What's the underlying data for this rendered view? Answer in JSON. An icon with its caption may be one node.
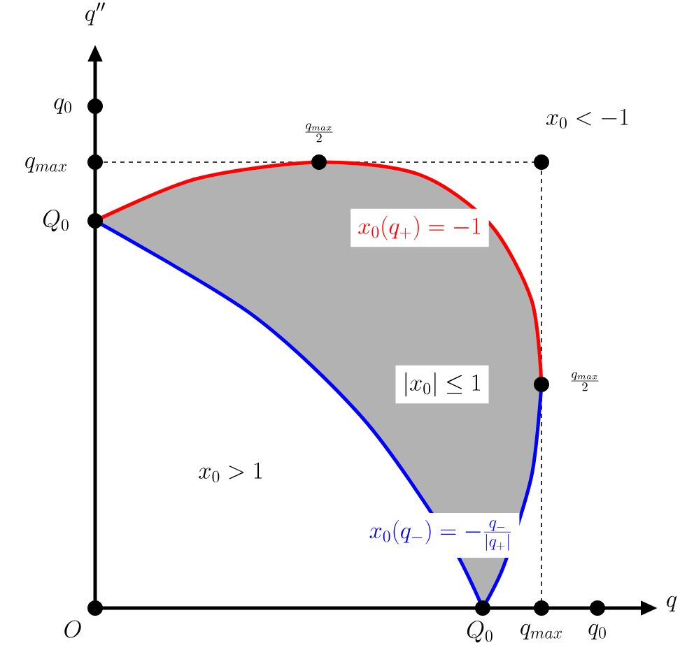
{
  "diagram": {
    "labels": [
      "q''",
      "q_0",
      "\\frac{q_{max}}{2}",
      "x_0 < -1",
      "q_{max}",
      "Q_0",
      "x_0(q_+) = -1",
      "|x_0| \\leq 1",
      "\\frac{q_{max}}{2}",
      "x_0 > 1",
      "x_0(q_-) = -\\frac{q_-}{|q_+|}",
      "q",
      "O",
      "Q_0",
      "q_{max}",
      "q_0"
    ]
  }
}
